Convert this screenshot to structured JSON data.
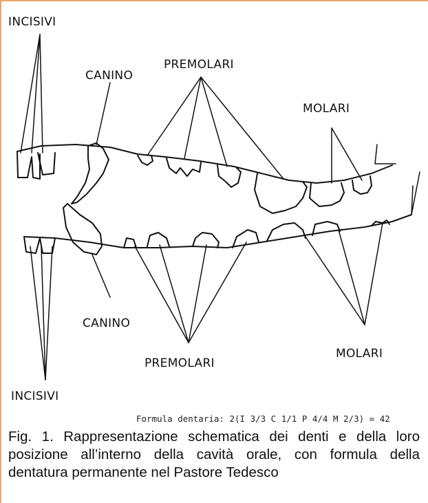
{
  "labels": {
    "incisivi_top": "INCISIVI",
    "canino_top": "CANINO",
    "premolari_top": "PREMOLARI",
    "molari_top": "MOLARI",
    "canino_bottom": "CANINO",
    "premolari_bottom": "PREMOLARI",
    "molari_bottom": "MOLARI",
    "incisivi_bottom": "INCISIVI"
  },
  "formula": "Formula dentaria: 2(I 3/3 C 1/1 P 4/4 M 2/3) = 42",
  "caption": "Fig. 1. Rappresentazione schematica dei denti e della loro posizione all’interno della cavità orale, con formula della dentatura permanente nel Pastore Tedesco",
  "colors": {
    "frame": "#e8a56a",
    "ink": "#111111"
  }
}
